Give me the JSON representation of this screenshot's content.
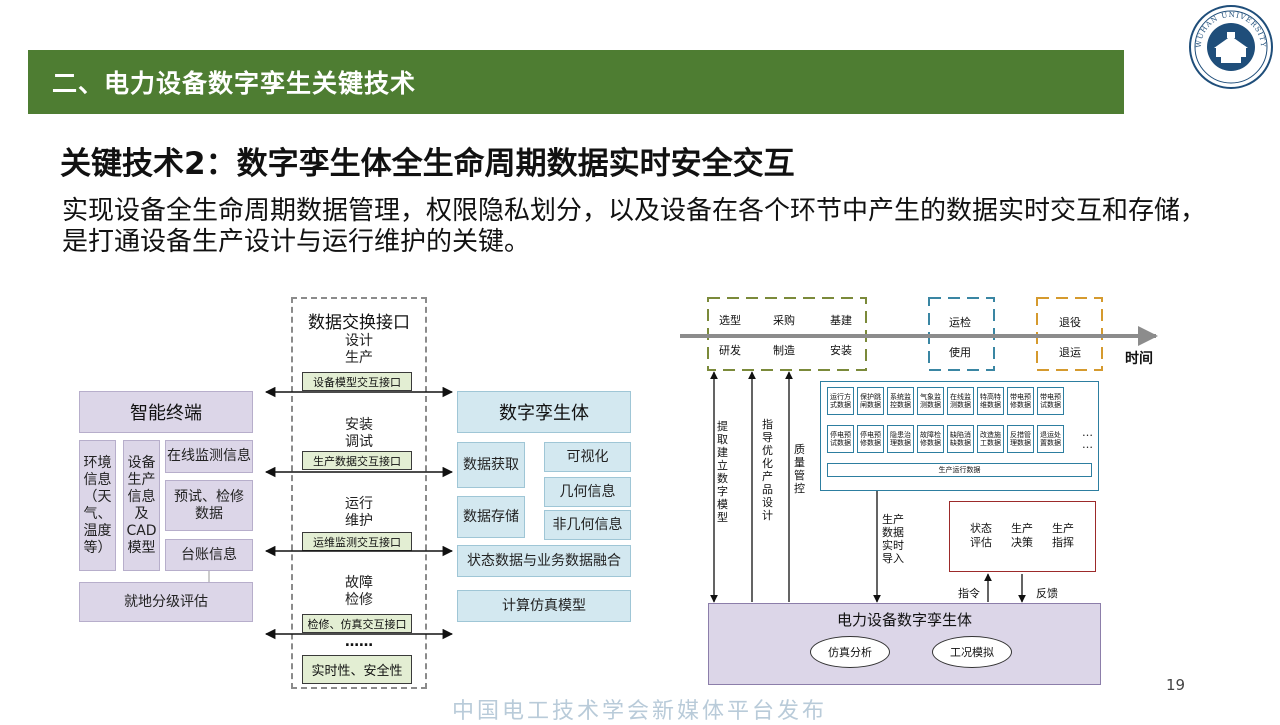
{
  "header": {
    "banner_title": "二、电力设备数字孪生关键技术",
    "subtitle": "关键技术2：数字孪生体全生命周期数据实时安全交互",
    "description": "实现设备全生命周期数据管理，权限隐私划分，以及设备在各个环节中产生的数据实时交互和存储，是打通设备生产设计与运行维护的关键。",
    "logo_text": "WUHAN UNIVERSITY",
    "page_number": "19",
    "watermark": "中国电工技术学会新媒体平台发布"
  },
  "left_diagram": {
    "interface_title": "数据交换接口",
    "terminal_title": "智能终端",
    "twin_title": "数字孪生体",
    "stages": [
      {
        "line1": "设计",
        "line2": "生产",
        "label": "设备模型交互接口"
      },
      {
        "line1": "安装",
        "line2": "调试",
        "label": "生产数据交互接口"
      },
      {
        "line1": "运行",
        "line2": "维护",
        "label": "运维监测交互接口"
      },
      {
        "line1": "故障",
        "line2": "检修",
        "label": "检修、仿真交互接口"
      }
    ],
    "ellipsis": "……",
    "bottom_label": "实时性、安全性",
    "terminal_items": {
      "env": "环境信息（天气、温度等）",
      "device": "设备生产信息及CAD模型",
      "online": "在线监测信息",
      "forecast": "预试、检修数据",
      "ledger": "台账信息",
      "grading": "就地分级评估"
    },
    "twin_items": {
      "acquire": "数据获取",
      "storage": "数据存储",
      "visual": "可视化",
      "geometric": "几何信息",
      "nongeometric": "非几何信息",
      "fusion": "状态数据与业务数据融合",
      "simulation": "计算仿真模型"
    }
  },
  "right_diagram": {
    "timeline_label": "时间",
    "phases": [
      {
        "top": "选型",
        "bottom": "研发"
      },
      {
        "top": "采购",
        "bottom": "制造"
      },
      {
        "top": "基建",
        "bottom": "安装"
      },
      {
        "top": "运检",
        "bottom": "使用"
      },
      {
        "top": "退役",
        "bottom": "退运"
      }
    ],
    "vertical_labels": [
      "提取建立数字模型",
      "指导优化产品设计",
      "质量管控"
    ],
    "data_row1": [
      "运行方式数据",
      "保护跳闸数据",
      "系统监控数据",
      "气象监测数据",
      "在线监测数据",
      "特高特维数据",
      "带电预修数据",
      "带电预试数据"
    ],
    "data_row2": [
      "停电预试数据",
      "停电预修数据",
      "隐患治理数据",
      "故障检修数据",
      "缺陷消缺数据",
      "改造施工数据",
      "反措管理数据",
      "退运处置数据"
    ],
    "data_ellipsis": "…",
    "production_data_label": "生产运行数据",
    "import_label": "生产数据实时导入",
    "decisions": [
      "状态评估",
      "生产决策",
      "生产指挥"
    ],
    "command_label": "指令",
    "feedback_label": "反馈",
    "twin_title": "电力设备数字孪生体",
    "sim_analysis": "仿真分析",
    "condition_sim": "工况模拟"
  },
  "colors": {
    "banner": "#4e7d32",
    "phase_dash_green": "#7b8a3a",
    "phase_dash_blue": "#3a86a3",
    "phase_dash_orange": "#d59a2e",
    "decision_border": "#9c2a2a"
  }
}
